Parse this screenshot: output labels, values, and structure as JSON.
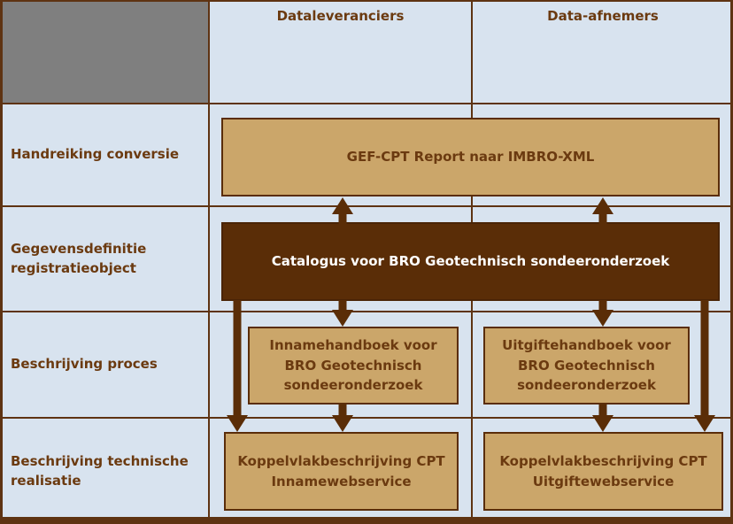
{
  "colors": {
    "background": "#d8e3ef",
    "grid_line": "#5e3312",
    "corner_fill": "#7f7f7f",
    "tan_fill": "#cba66a",
    "tan_border": "#5a2d0a",
    "dark_fill": "#5a2d07",
    "dark_border": "#4a2406",
    "arrow": "#5a2d07",
    "text_brown": "#6b3a10",
    "text_white": "#ffffff"
  },
  "header": {
    "corner": "",
    "columns": [
      "Dataleveranciers",
      "Data-afnemers"
    ]
  },
  "rows": [
    {
      "label": "Handreiking conversie"
    },
    {
      "label": "Gegevensdefinitie registratieobject"
    },
    {
      "label": "Beschrijving proces"
    },
    {
      "label": "Beschrijving technische realisatie"
    }
  ],
  "boxes": {
    "gef": {
      "label": "GEF-CPT Report naar IMBRO-XML",
      "style": "tan"
    },
    "catalogus": {
      "label": "Catalogus voor BRO Geotechnisch sondeeronderzoek",
      "style": "dark"
    },
    "innamehandboek": {
      "label": "Innamehandboek voor BRO Geotechnisch sondeeronderzoek",
      "style": "tan"
    },
    "uitgiftehandboek": {
      "label": "Uitgiftehandboek voor BRO Geotechnisch sondeeronderzoek",
      "style": "tan"
    },
    "koppelvlak_inname": {
      "label": "Koppelvlakbeschrijving CPT Innamewebservice",
      "style": "tan"
    },
    "koppelvlak_uitgifte": {
      "label": "Koppelvlakbeschrijving CPT Uitgiftewebservice",
      "style": "tan"
    }
  },
  "arrows": [
    {
      "from": "catalogus",
      "to": "gef",
      "direction": "up",
      "column": "dataleveranciers"
    },
    {
      "from": "catalogus",
      "to": "gef",
      "direction": "up",
      "column": "data-afnemers"
    },
    {
      "from": "catalogus",
      "to": "innamehandboek",
      "direction": "down"
    },
    {
      "from": "catalogus",
      "to": "uitgiftehandboek",
      "direction": "down"
    },
    {
      "from": "innamehandboek",
      "to": "koppelvlak_inname",
      "direction": "down"
    },
    {
      "from": "uitgiftehandboek",
      "to": "koppelvlak_uitgifte",
      "direction": "down"
    },
    {
      "from": "catalogus",
      "to": "koppelvlak_inname",
      "direction": "down",
      "route": "outer-left"
    },
    {
      "from": "catalogus",
      "to": "koppelvlak_uitgifte",
      "direction": "down",
      "route": "outer-right"
    }
  ]
}
